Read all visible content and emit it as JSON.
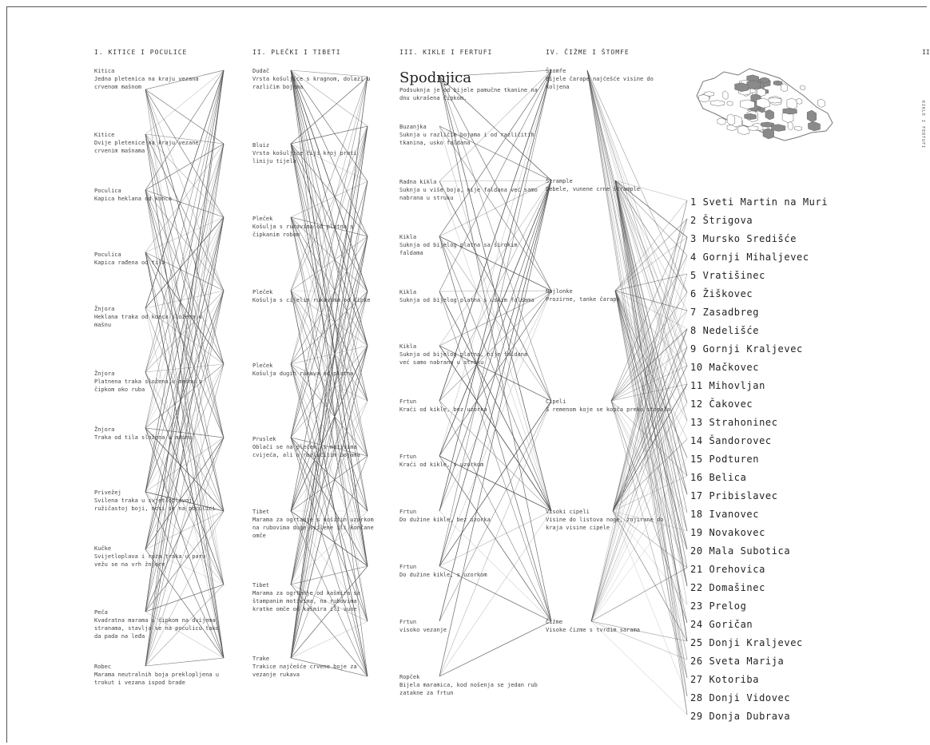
{
  "columns": [
    {
      "title": "I. KITICE I POCULICE",
      "items": [
        {
          "name": "Kitica",
          "desc": "Jedna pletenica na kraju vezana crvenom mašnom"
        },
        {
          "name": "Kitice",
          "desc": "Dvije pletenice na kraju vezane crvenim mašnama"
        },
        {
          "name": "Poculica",
          "desc": "Kapica heklana od konca"
        },
        {
          "name": "Poculica",
          "desc": "Kapica rađena od tila"
        },
        {
          "name": "Žnjora",
          "desc": "Heklana traka od konca složena u mašnu"
        },
        {
          "name": "Žnjora",
          "desc": "Platnena traka složena u mašnu s čipkom oko ruba"
        },
        {
          "name": "Žnjora",
          "desc": "Traka od tila složena u mašnu"
        },
        {
          "name": "Privežej",
          "desc": "Svilena traka u svjetloplavoj, ružičastoj boji, nosi se na poculici"
        },
        {
          "name": "Kučke",
          "desc": "Svijetloplava i roza traka u paru vežu se na vrh žnjore"
        },
        {
          "name": "Peča",
          "desc": "Kvadratna marama s čipkom na dvijema stranama, stavlja se na poculicu tako da pada na leđa"
        },
        {
          "name": "Robec",
          "desc": "Marama neutralnih boja preklopljena u trokut i vezana ispod brade"
        }
      ]
    },
    {
      "title": "II. PLEČKI I TIBETI",
      "items": [
        {
          "name": "Dudač",
          "desc": "Vrsta košuljice s kragnom, dolazi u različim bojama"
        },
        {
          "name": "Bluiz",
          "desc": "Vrsta košuljice čiji kroj prati liniju tijela"
        },
        {
          "name": "Pleček",
          "desc": "Košulja s rukavima od platna s čipkanim robom"
        },
        {
          "name": "Pleček",
          "desc": "Košulja s cijelim rukavima od čipke"
        },
        {
          "name": "Pleček",
          "desc": "Košulja dugih rukava od platna"
        },
        {
          "name": "Pruslek",
          "desc": "Oblači se na pleček, s motivima cvijeća, ali u različitim bojama"
        },
        {
          "name": "Tibet",
          "desc": "Marama za ogrtanje s nošitin uzorkom na rubovima duge svilene ili končane omče"
        },
        {
          "name": "Tibet",
          "desc": "Marama za ogrtanje od kašmira sa štampanim motivima, na rubovima kratke omče od kašmira ili vune"
        },
        {
          "name": "Trake",
          "desc": "Trakice najčešće crvene boje za vezanje rukava"
        }
      ]
    },
    {
      "title": "III. KIKLE I FERTUFI",
      "items": [
        {
          "name": "Spodnjica",
          "desc": "Podsuknja je od bijele pamučne tkanine na dnu ukrašena čipkom."
        },
        {
          "name": "Buzanjka",
          "desc": "Suknja u različim bojama i od različitih tkanina, usko faldana"
        },
        {
          "name": "Radna kikla",
          "desc": "Suknja u više boja, nije faldana već samo nabrana u struku"
        },
        {
          "name": "Kikla",
          "desc": "Suknja od bijelog platna sa širokim faldama"
        },
        {
          "name": "Kikla",
          "desc": "Suknja od bijelog platna s uskim faldama"
        },
        {
          "name": "Kikla",
          "desc": "Suknja od bijelog platna, nije faldana već samo nabrana u struku"
        },
        {
          "name": "Frtun",
          "desc": "Kraći od kikle, bez uzorka"
        },
        {
          "name": "Frtun",
          "desc": "Kraći od kikle, s uzorkom"
        },
        {
          "name": "Frtun",
          "desc": "Do dužine kikle, bez uzorka"
        },
        {
          "name": "Frtun",
          "desc": "Do dužine kikle, s uzorkom"
        },
        {
          "name": "Frtun",
          "desc": "visoko vezanje"
        },
        {
          "name": "Ropček",
          "desc": "Bijela maramica, kod nošenja se jedan rub zatakne za frtun"
        }
      ]
    },
    {
      "title": "IV. ČIŽME I ŠTOMFE",
      "items": [
        {
          "name": "Štomfe",
          "desc": "Bijele čarape najčešće visine do koljena"
        },
        {
          "name": "Štrample",
          "desc": "Debele, vunene crne štrample"
        },
        {
          "name": "Najlonke",
          "desc": "Prozirne, tanke čarape"
        },
        {
          "name": "Cipeli",
          "desc": "S remenom koje se kopča preko stopala"
        },
        {
          "name": "Visoki cipeli",
          "desc": "Visine do listova noge, žnjirane do kraja visine cipele"
        },
        {
          "name": "Čižme",
          "desc": "Visoke čizme s tvrdim sarama"
        }
      ]
    }
  ],
  "places": [
    "1 Sveti Martin na Muri",
    "2 Štrigova",
    "3 Mursko Središće",
    "4 Gornji Mihaljevec",
    "5 Vratišinec",
    "6 Žiškovec",
    "7 Zasadbreg",
    "8 Nedelišće",
    "9 Gornji Kraljevec",
    "10 Mačkovec",
    "11 Mihovljan",
    "12 Čakovec",
    "13 Strahoninec",
    "14 Šandorovec",
    "15 Podturen",
    "16 Belica",
    "17 Pribislavec",
    "18 Ivanovec",
    "19 Novakovec",
    "20 Mala Subotica",
    "21 Orehovica",
    "22 Domašinec",
    "23 Prelog",
    "24 Goričan",
    "25 Donji Kraljevec",
    "26 Sveta Marija",
    "27 Kotoriba",
    "28 Donji Vidovec",
    "29 Donja Dubrava"
  ],
  "side": {
    "title": "II",
    "vertical": "KIKLE I FERTUFI"
  },
  "colors": {
    "line": "#555555",
    "map_fill": "#8a8a8a",
    "map_light": "#ffffff",
    "text": "#333333"
  }
}
